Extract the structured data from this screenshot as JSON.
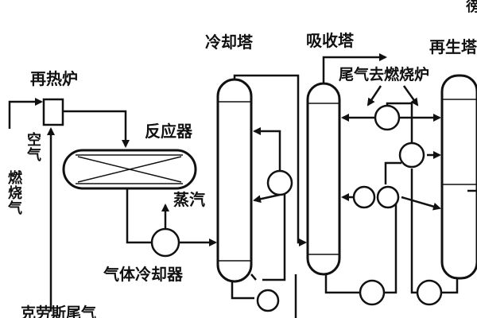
{
  "labels": {
    "reheater": "再热炉",
    "air": "空气",
    "fuel_gas": "燃烧气",
    "claus_tail_gas": "克劳斯尾气",
    "reactor": "反应器",
    "steam": "蒸汽",
    "gas_cooler": "气体冷却器",
    "cooling_tower": "冷却塔",
    "absorber": "吸收塔",
    "regenerator": "再生塔",
    "tail_gas_to_incinerator": "尾气去燃烧炉",
    "corner_fragment": "徬"
  },
  "colors": {
    "ink": "#111111",
    "background": "#ffffff"
  }
}
